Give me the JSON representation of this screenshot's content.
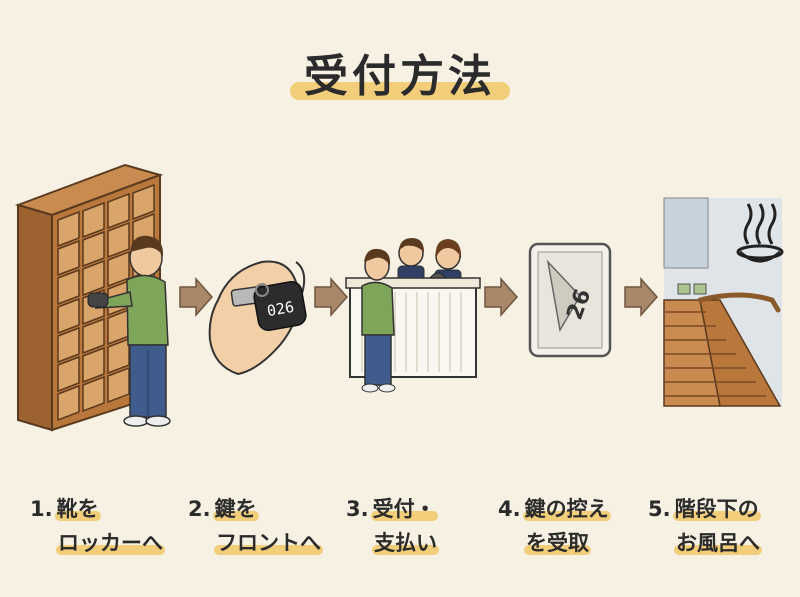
{
  "title": "受付方法",
  "key_tag_number": "026",
  "stub_number": "26",
  "steps": [
    {
      "num": "1.",
      "line1": "靴を",
      "line2": "ロッカーへ"
    },
    {
      "num": "2.",
      "line1": "鍵を",
      "line2": "フロントへ"
    },
    {
      "num": "3.",
      "line1": "受付・",
      "line2": "支払い"
    },
    {
      "num": "4.",
      "line1": "鍵の控え",
      "line2": "を受取"
    },
    {
      "num": "5.",
      "line1": "階段下の",
      "line2": "お風呂へ"
    }
  ],
  "colors": {
    "background": "#f7f1e3",
    "highlight": "#f2cd7a",
    "wood": "#b9773b",
    "shirt": "#7fa55a",
    "pants": "#3f5c8c",
    "arrow": "#a9886a"
  }
}
